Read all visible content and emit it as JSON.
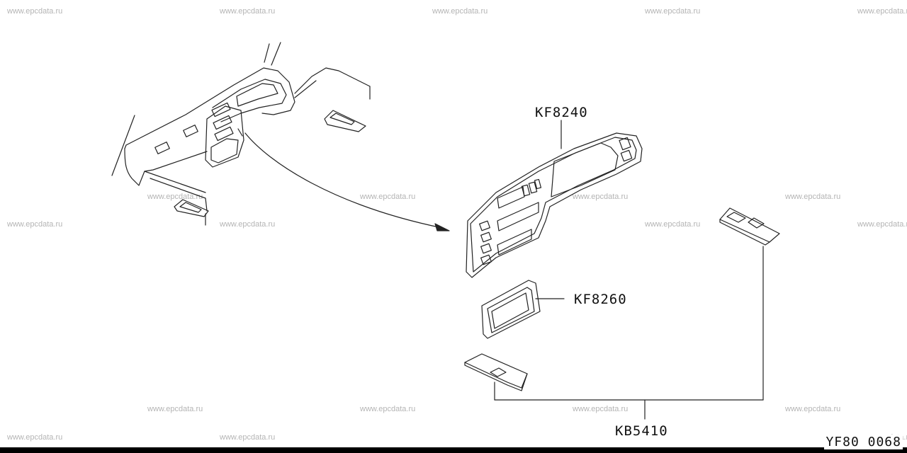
{
  "watermark": "www.epcdata.ru",
  "parts": {
    "cluster_lid": "KF8240",
    "meter_bezel": "KF8260",
    "ornament": "KB5410"
  },
  "diagram_code": "YF80 0068"
}
